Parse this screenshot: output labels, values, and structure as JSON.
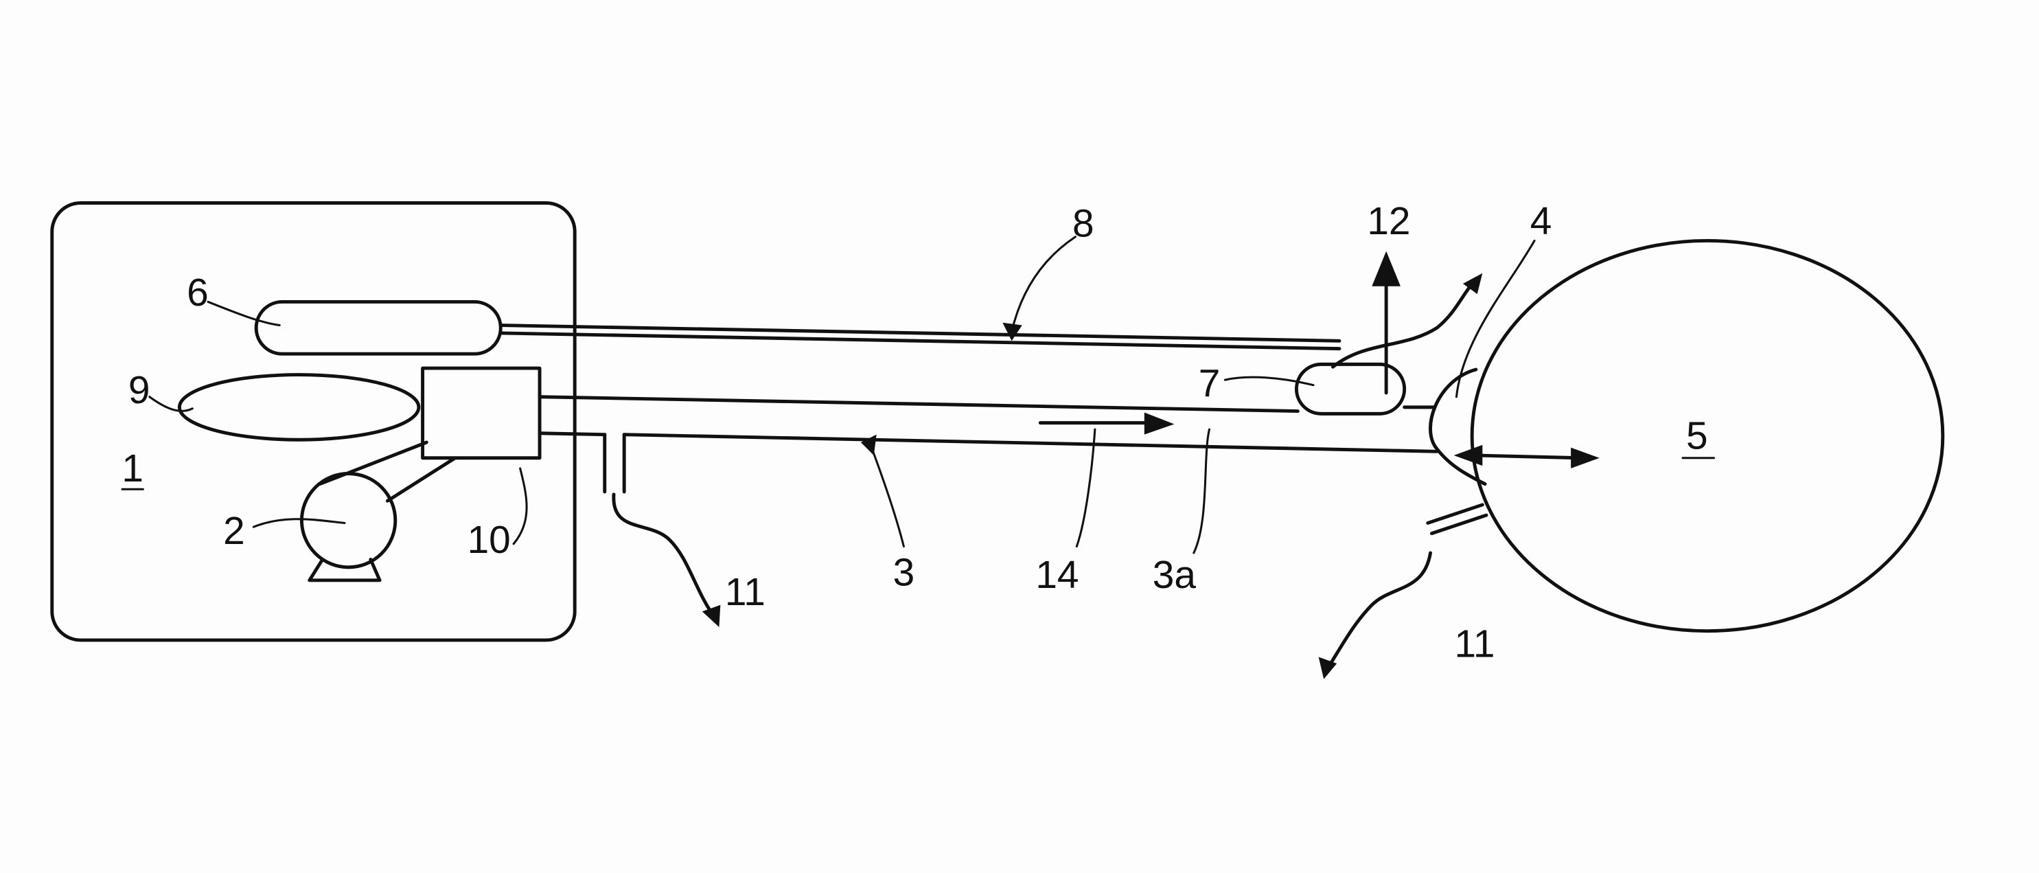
{
  "figure": {
    "labels": {
      "unit": "1",
      "pump": "2",
      "pipe": "3",
      "pipe_section": "3a",
      "cup": "4",
      "vessel": "5",
      "tank": "6",
      "valve": "7",
      "line": "8",
      "reservoir": "9",
      "controller": "10",
      "outlet_left": "11",
      "outlet_right": "11",
      "exhaust": "12",
      "flow": "14"
    }
  }
}
